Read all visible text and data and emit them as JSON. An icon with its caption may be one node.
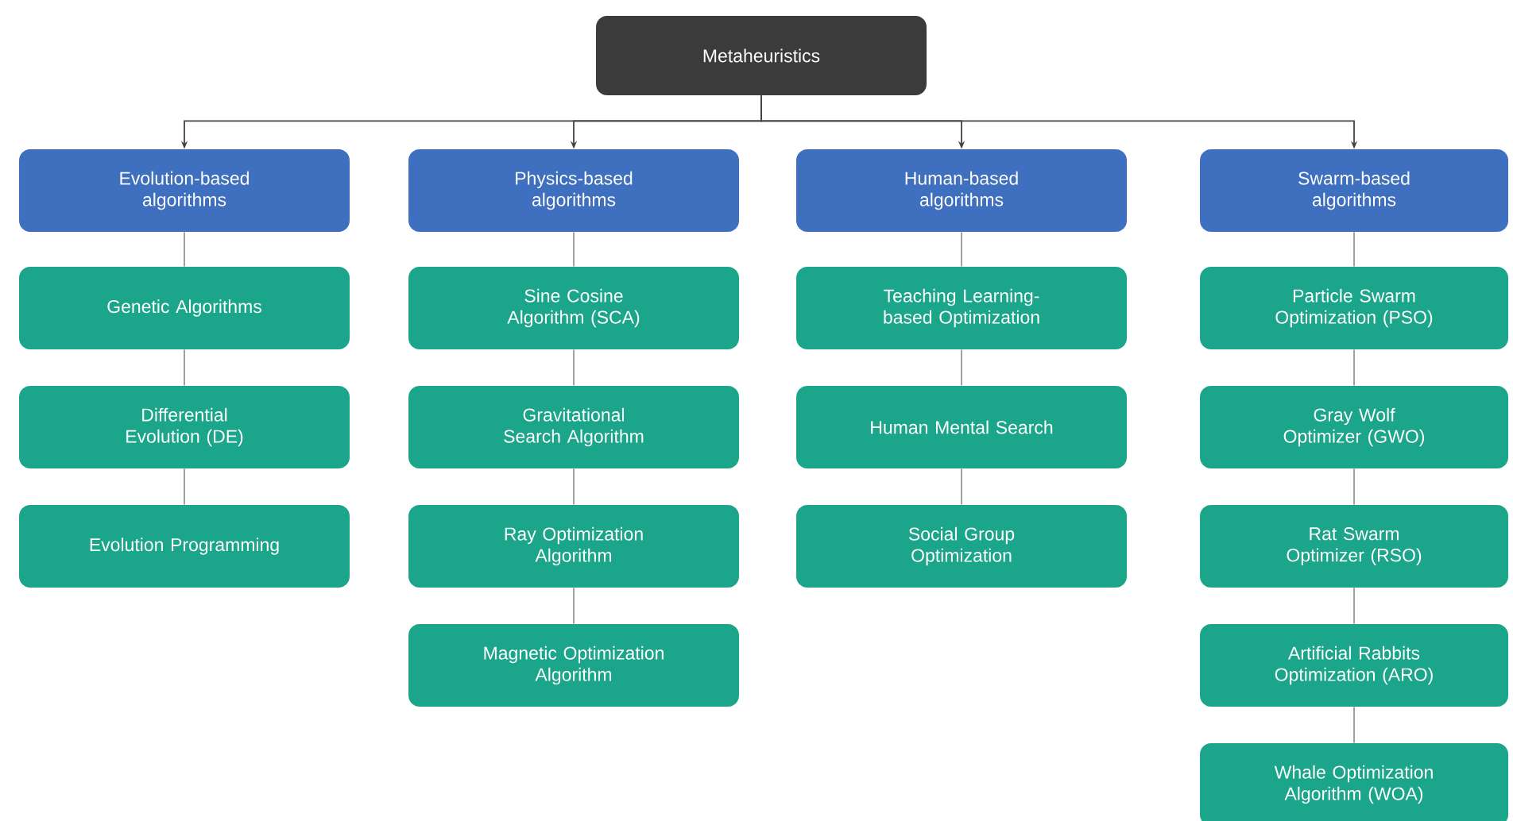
{
  "diagram": {
    "nodes": [
      {
        "text": [
          "Metaheuristics"
        ]
      },
      {
        "text": [
          "Evolution-based algorithms"
        ]
      },
      {
        "text": [
          "Physics-based algorithms"
        ]
      },
      {
        "text": [
          "Human-based algorithms"
        ]
      },
      {
        "text": [
          "Swarm-based algorithms"
        ]
      },
      {
        "text": [
          "Genetic Algorithms"
        ]
      },
      {
        "text": [
          "Differential Evolution (DE)"
        ]
      },
      {
        "text": [
          "Evolution Programming"
        ]
      },
      {
        "text": [
          "Sine Cosine Algorithm (SCA)"
        ]
      },
      {
        "text": [
          "Gravitational Search Algorithm"
        ]
      },
      {
        "text": [
          "Ray Optimization Algorithm"
        ]
      },
      {
        "text": [
          "Magnetic Optimization Algorithm"
        ]
      },
      {
        "text": [
          "Teaching Learning-based Optimization"
        ]
      },
      {
        "text": [
          "Human Mental Search"
        ]
      },
      {
        "text": [
          "Social Group Optimization"
        ]
      },
      {
        "text": [
          "Particle Swarm Optimization (PSO)"
        ]
      },
      {
        "text": [
          "Gray Wolf Optimizer (GWO)"
        ]
      },
      {
        "text": [
          "Rat Swarm Optimizer (RSO)"
        ]
      },
      {
        "text": [
          "Artificial Rabbits Optimization (ARO)"
        ]
      },
      {
        "text": [
          "Whale Optimization Algorithm (WOA)"
        ]
      }
    ],
    "edges": [
      {
        "from": 0,
        "to": 1,
        "arrow": "to",
        "color": "#444444"
      },
      {
        "from": 0,
        "to": 2,
        "arrow": "to",
        "color": "#444444"
      },
      {
        "from": 0,
        "to": 3,
        "arrow": "to",
        "color": "#444444"
      },
      {
        "from": 0,
        "to": 4,
        "arrow": "to",
        "color": "#444444"
      },
      {
        "from": 1,
        "to": 5,
        "arrow": "none"
      },
      {
        "from": 5,
        "to": 6,
        "arrow": "none"
      },
      {
        "from": 6,
        "to": 7,
        "arrow": "none"
      },
      {
        "from": 2,
        "to": 8,
        "arrow": "none"
      },
      {
        "from": 8,
        "to": 9,
        "arrow": "none"
      },
      {
        "from": 9,
        "to": 10,
        "arrow": "none"
      },
      {
        "from": 10,
        "to": 11,
        "arrow": "none"
      },
      {
        "from": 3,
        "to": 12,
        "arrow": "none"
      },
      {
        "from": 12,
        "to": 13,
        "arrow": "none"
      },
      {
        "from": 13,
        "to": 14,
        "arrow": "none"
      },
      {
        "from": 4,
        "to": 15,
        "arrow": "none"
      },
      {
        "from": 15,
        "to": 16,
        "arrow": "none"
      },
      {
        "from": 16,
        "to": 17,
        "arrow": "none"
      },
      {
        "from": 17,
        "to": 18,
        "arrow": "none"
      },
      {
        "from": 18,
        "to": 19,
        "arrow": "none"
      }
    ]
  }
}
